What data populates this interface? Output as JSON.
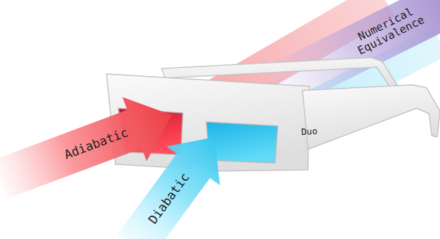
{
  "diagram": {
    "nodes": [
      {
        "text": [
          "Numerical Equivalence"
        ]
      },
      {
        "text": [
          "Duo"
        ]
      },
      {
        "text": [
          "Adiabatic"
        ]
      },
      {
        "text": [
          "Diabatic"
        ]
      }
    ]
  }
}
